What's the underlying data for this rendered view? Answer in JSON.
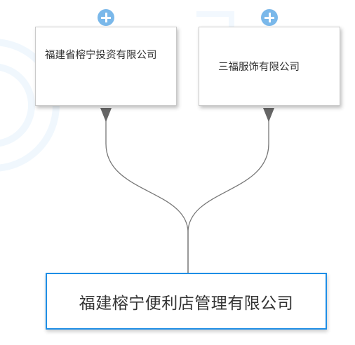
{
  "diagram": {
    "parents": [
      {
        "id": "left",
        "name": "福建省榕宁投资有限公司"
      },
      {
        "id": "right",
        "name": "三福服饰有限公司"
      }
    ],
    "child": {
      "name": "福建榕宁便利店管理有限公司"
    },
    "edges": [
      {
        "from": "left",
        "to": "child"
      },
      {
        "from": "right",
        "to": "child"
      }
    ],
    "expand_icon": "plus-circle-icon",
    "colors": {
      "child_border": "#1e8ee6",
      "expand_button": "#7ab8ea",
      "edge": "#777777",
      "arrow": "#666666",
      "text": "#333333"
    }
  }
}
